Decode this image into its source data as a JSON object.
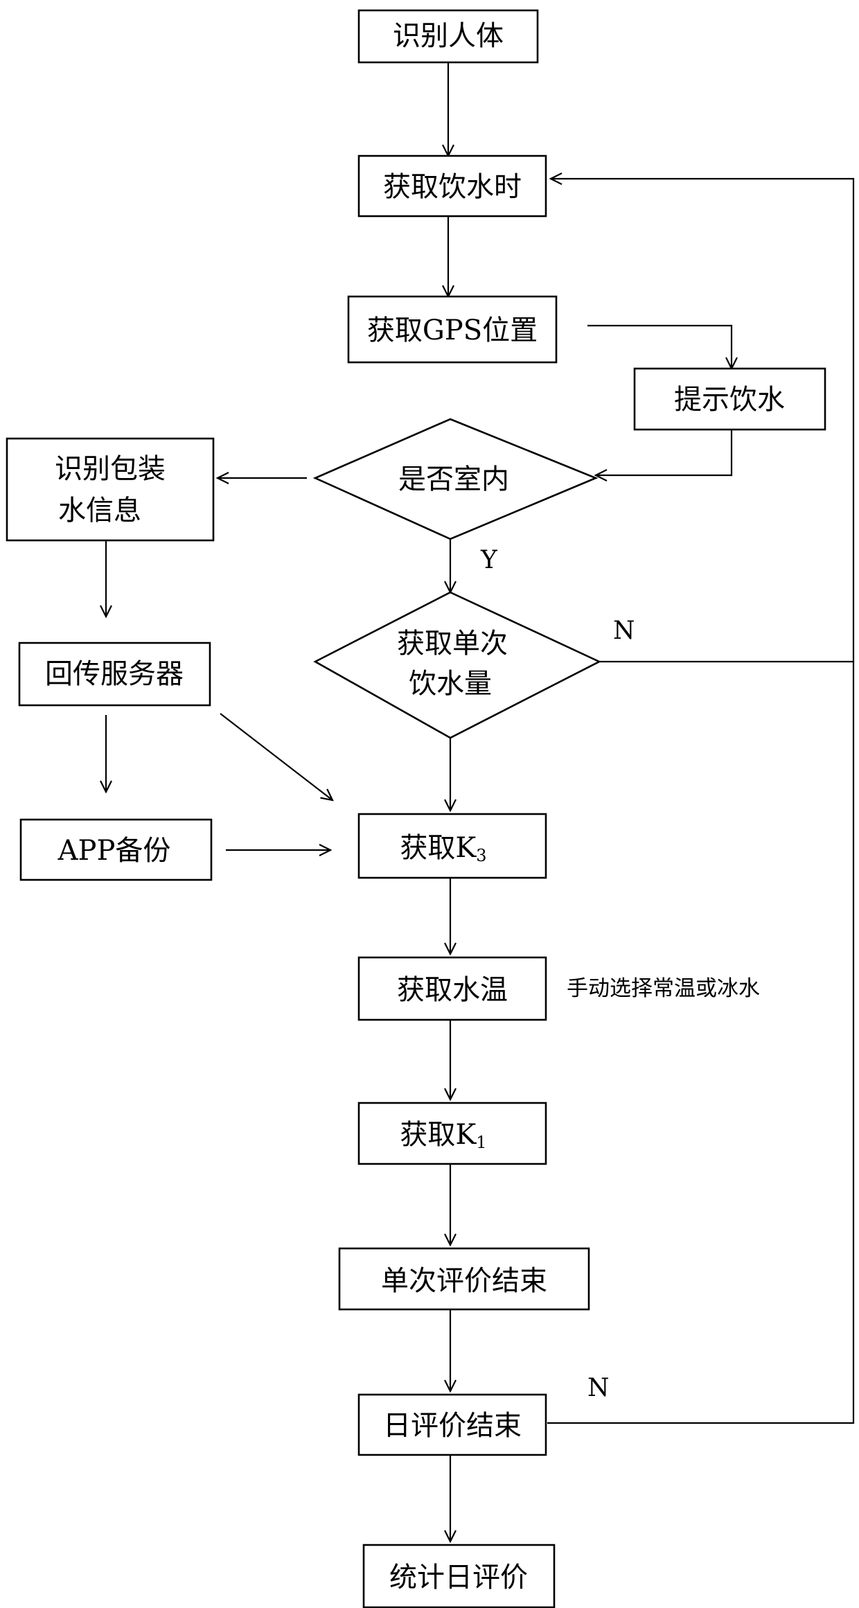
{
  "nodes": {
    "n1": "识别人体",
    "n2": "获取饮水时",
    "n3": "获取GPS位置",
    "n4": "提示饮水",
    "d1": "是否室内",
    "n5_line1": "识别包装",
    "n5_line2": "水信息",
    "d2_line1": "获取单次",
    "d2_line2": "饮水量",
    "n6": "回传服务器",
    "n7": "APP备份",
    "n8_main": "获取K",
    "n8_sub": "3",
    "n9": "获取水温",
    "n10_main": "获取K",
    "n10_sub": "1",
    "n11": "单次评价结束",
    "n12": "日评价结束",
    "n13": "统计日评价"
  },
  "labels": {
    "y_indoor": "Y",
    "n_intake": "N",
    "n_day": "N"
  },
  "note": "手动选择常温或冰水"
}
